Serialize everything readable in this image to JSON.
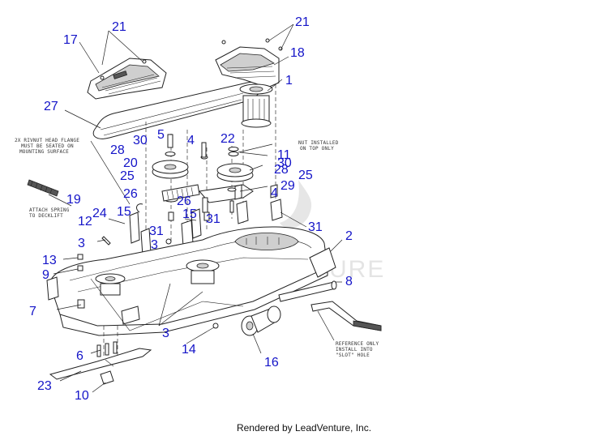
{
  "callouts": [
    "21",
    "17",
    "21",
    "18",
    "1",
    "27",
    "22",
    "11",
    "30",
    "28",
    "25",
    "29",
    "4",
    "31",
    "5",
    "4",
    "30",
    "28",
    "20",
    "25",
    "26",
    "26",
    "15",
    "15",
    "31",
    "31",
    "24",
    "12",
    "3",
    "3",
    "2",
    "13",
    "9",
    "8",
    "7",
    "3",
    "14",
    "6",
    "16",
    "23",
    "10",
    "19"
  ],
  "notes": {
    "rivnut_1": "2X RIVNUT HEAD FLANGE",
    "rivnut_2": "MUST BE SEATED ON",
    "rivnut_3": "MOUNTING SURFACE",
    "nut_1": "NUT INSTALLED",
    "nut_2": "ON TOP ONLY",
    "spring_1": "ATTACH SPRING",
    "spring_2": "TO DECKLIFT",
    "ref_1": "REFERENCE ONLY",
    "ref_2": "INSTALL INTO",
    "ref_3": "\"SLOT\" HOLE"
  },
  "watermark": "VENTURE",
  "footer": "Rendered by LeadVenture, Inc."
}
